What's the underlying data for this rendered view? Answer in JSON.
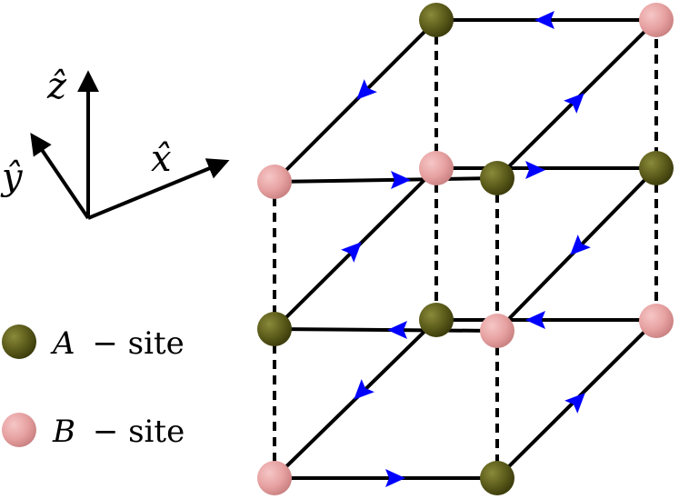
{
  "axes": {
    "z_label": "ẑ",
    "y_label": "ŷ",
    "x_label": "x̂"
  },
  "legend": {
    "a_site": {
      "symbol": "A",
      "text": "− site",
      "color": "#5a5a1a"
    },
    "b_site": {
      "symbol": "B",
      "text": "− site",
      "color": "#e6a0a0"
    }
  },
  "colors": {
    "a_site": "#5a5a1a",
    "b_site": "#e6a0a0",
    "bond": "#000000",
    "arrow": "#0000ff"
  }
}
